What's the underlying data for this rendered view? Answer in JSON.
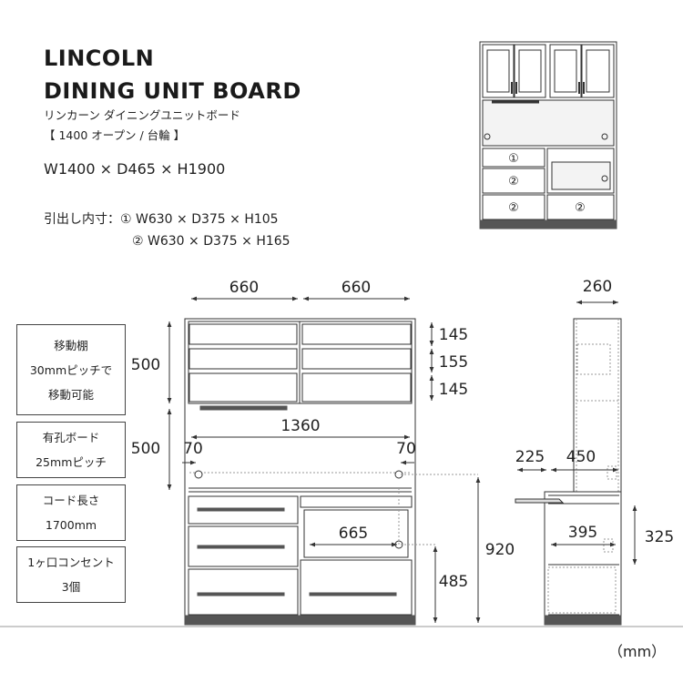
{
  "header": {
    "title_line1": "LINCOLN",
    "title_line2": "DINING UNIT BOARD",
    "subtitle_ja": "リンカーン ダイニングユニットボード",
    "spec_ja": "【 1400 オープン / 台輪 】",
    "overall_dims": "W1400 × D465 × H1900",
    "drawer_label": "引出し内寸：",
    "drawer_1": "① W630 × D375 × H105",
    "drawer_2": "② W630 × D375 × H165"
  },
  "thumbnail": {
    "label_1": "①",
    "label_2": "②"
  },
  "notes": [
    {
      "lines": [
        "移動棚",
        "30mmピッチで",
        "移動可能"
      ]
    },
    {
      "lines": [
        "有孔ボード",
        "25mmピッチ"
      ]
    },
    {
      "lines": [
        "コード長さ",
        "1700mm"
      ]
    },
    {
      "lines": [
        "1ヶ口コンセント",
        "3個"
      ]
    }
  ],
  "front_dims": {
    "w_left": "660",
    "w_right": "660",
    "h_upper": "500",
    "h_middle": "500",
    "shelf_1": "145",
    "shelf_2": "155",
    "shelf_3": "145",
    "inner_width": "1360",
    "outlet_left": "70",
    "outlet_right": "70",
    "open_width": "665",
    "counter_height": "920",
    "open_height": "485"
  },
  "side_dims": {
    "depth_top": "260",
    "slide_out": "225",
    "counter_depth": "450",
    "inner_depth": "395",
    "open_height": "325"
  },
  "unit": "（mm）",
  "colors": {
    "line": "#333333",
    "plinth": "#555555",
    "dotted": "#999999",
    "cabinet_fill": "#f7f7f7"
  }
}
